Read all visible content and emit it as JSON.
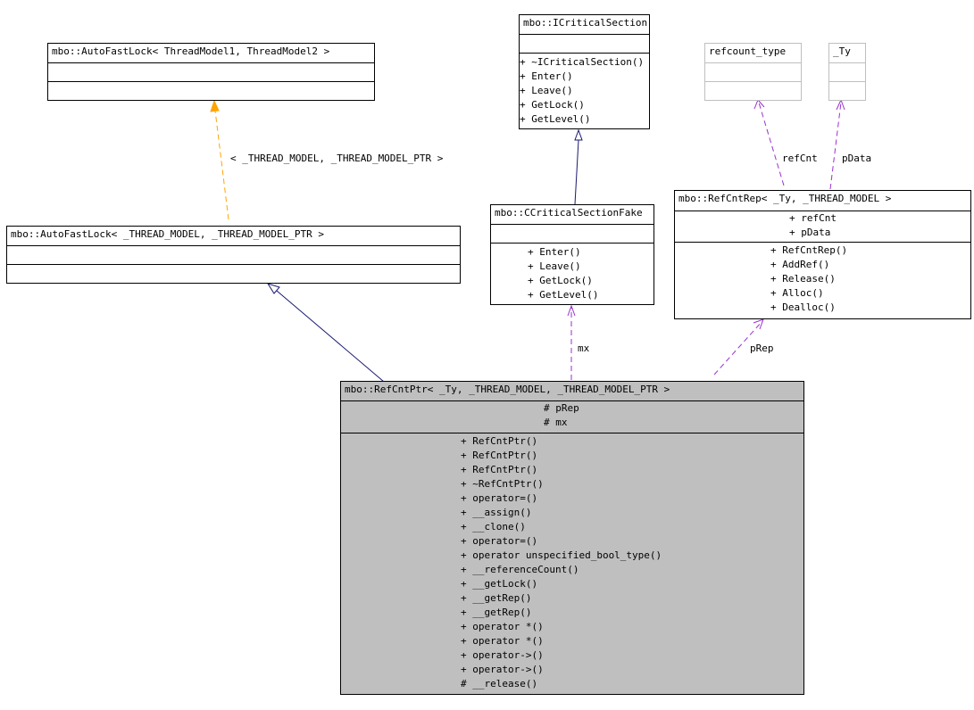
{
  "classes": {
    "autofastlock_tm": {
      "name": "mbo::AutoFastLock< ThreadModel1, ThreadModel2 >",
      "attributes": [],
      "methods": []
    },
    "autofastlock_inst": {
      "name": "mbo::AutoFastLock< _THREAD_MODEL, _THREAD_MODEL_PTR >",
      "attributes": [],
      "methods": []
    },
    "icriticalsection": {
      "name": "mbo::ICriticalSection",
      "attributes": [],
      "methods": [
        "+ ~ICriticalSection()",
        "+ Enter()",
        "+ Leave()",
        "+ GetLock()",
        "+ GetLevel()"
      ]
    },
    "ccriticalsectionfake": {
      "name": "mbo::CCriticalSectionFake",
      "attributes": [],
      "methods": [
        "+ Enter()",
        "+ Leave()",
        "+ GetLock()",
        "+ GetLevel()"
      ]
    },
    "refcount_type": {
      "name": "refcount_type",
      "attributes": [],
      "methods": []
    },
    "ty": {
      "name": "_Ty",
      "attributes": [],
      "methods": []
    },
    "refcntrep": {
      "name": "mbo::RefCntRep< _Ty, _THREAD_MODEL >",
      "attributes": [
        "+ refCnt",
        "+ pData"
      ],
      "methods": [
        "+ RefCntRep()",
        "+ AddRef()",
        "+ Release()",
        "+ Alloc()",
        "+ Dealloc()"
      ]
    },
    "refcntptr": {
      "name": "mbo::RefCntPtr< _Ty, _THREAD_MODEL, _THREAD_MODEL_PTR >",
      "attributes": [
        "# pRep",
        "# mx"
      ],
      "methods": [
        "+ RefCntPtr()",
        "+ RefCntPtr()",
        "+ RefCntPtr()",
        "+ ~RefCntPtr()",
        "+ operator=()",
        "+ __assign()",
        "+ __clone()",
        "+ operator=()",
        "+ operator unspecified_bool_type()",
        "+ __referenceCount()",
        "+ __getLock()",
        "+ __getRep()",
        "+ __getRep()",
        "+ operator *()",
        "+ operator *()",
        "+ operator->()",
        "+ operator->()",
        "# __release()"
      ]
    }
  },
  "edges": {
    "template_binding": "< _THREAD_MODEL, _THREAD_MODEL_PTR >",
    "refCnt": "refCnt",
    "pData": "pData",
    "mx": "mx",
    "pRep": "pRep"
  },
  "colors": {
    "inheritance": "#191970",
    "template": "#ffa500",
    "usage": "#9a32cd",
    "main_fill": "#bfbfbf"
  }
}
